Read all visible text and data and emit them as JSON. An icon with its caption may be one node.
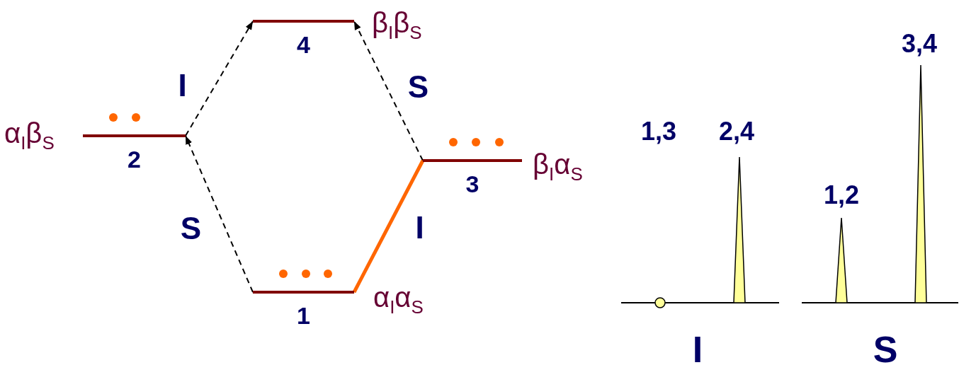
{
  "diagram": {
    "nodes": [
      {
        "text": [
          "4"
        ],
        "beside": [
          "β$_{I}$β$_{S}$"
        ]
      },
      {
        "text": [
          "2"
        ],
        "beside": [
          "α$_{I}$β$_{S}$"
        ]
      },
      {
        "text": [
          "3"
        ],
        "beside": [
          "β$_{I}$α$_{S}$"
        ]
      },
      {
        "text": [
          "1"
        ],
        "beside": [
          "α$_{I}$α$_{S}$"
        ]
      }
    ],
    "edges": [
      {
        "from": 3,
        "to": 1,
        "arrow": "to",
        "style": "dashed",
        "label": "S"
      },
      {
        "from": 1,
        "to": 0,
        "arrow": "to",
        "style": "dashed",
        "label": "I"
      },
      {
        "from": 2,
        "to": 0,
        "arrow": "to",
        "style": "dashed",
        "label": "S"
      },
      {
        "from": 3,
        "to": 2,
        "arrow": "none",
        "style": "thick",
        "color": "#ff6600",
        "label": "I"
      }
    ],
    "labels": [
      "3,4",
      "1,3",
      "2,4",
      "1,2",
      "I",
      "S"
    ]
  }
}
